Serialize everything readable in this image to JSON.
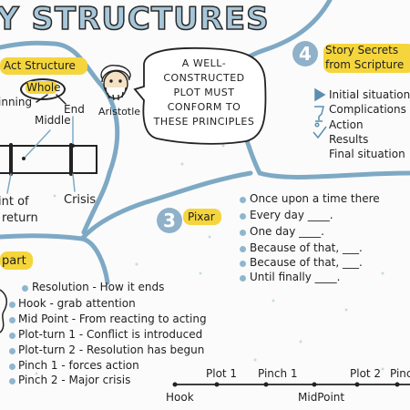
{
  "title": "Y STRUCTURES",
  "act": {
    "heading": "Act Structure",
    "whole": "Whole",
    "beginning": "inning",
    "middle": "Middle",
    "end": "End",
    "aristotle": "Aristotle",
    "quote": [
      "A WELL-",
      "CONSTRUCTED",
      "PLOT MUST",
      "CONFORM TO",
      "THESE PRINCIPLES"
    ],
    "point_of": "int of",
    "return": "return",
    "crisis": "Crisis"
  },
  "secrets": {
    "number": "4",
    "heading_line1": "Story Secrets",
    "heading_line2": "from Scripture",
    "items": [
      "Initial situation",
      "Complications",
      "Action",
      "Results",
      "Final situation"
    ]
  },
  "pixar": {
    "number": "3",
    "heading": "Pixar",
    "items": [
      "Once upon a time there",
      "Every day ____.",
      "One day ____.",
      "Because of that, ___.",
      "Because of that, ___.",
      "Until finally ____."
    ]
  },
  "part": {
    "heading": "part",
    "items": [
      "Resolution - How it ends",
      "Hook - grab attention",
      "Mid Point - From reacting to acting",
      "Plot-turn 1 - Conflict is introduced",
      "Plot-turn 2 - Resolution has begun",
      "Pinch 1 - forces action",
      "Pinch 2 - Major crisis"
    ]
  },
  "timeline": {
    "top": [
      "Plot 1",
      "Pinch 1",
      "Plot 2",
      "Pinch"
    ],
    "bottom": [
      "Hook",
      "MidPoint"
    ]
  },
  "colors": {
    "highlight": "#f5d53c",
    "line": "#7ea9c4",
    "circle": "#8fb1c9",
    "title": "#a7c6d9"
  }
}
